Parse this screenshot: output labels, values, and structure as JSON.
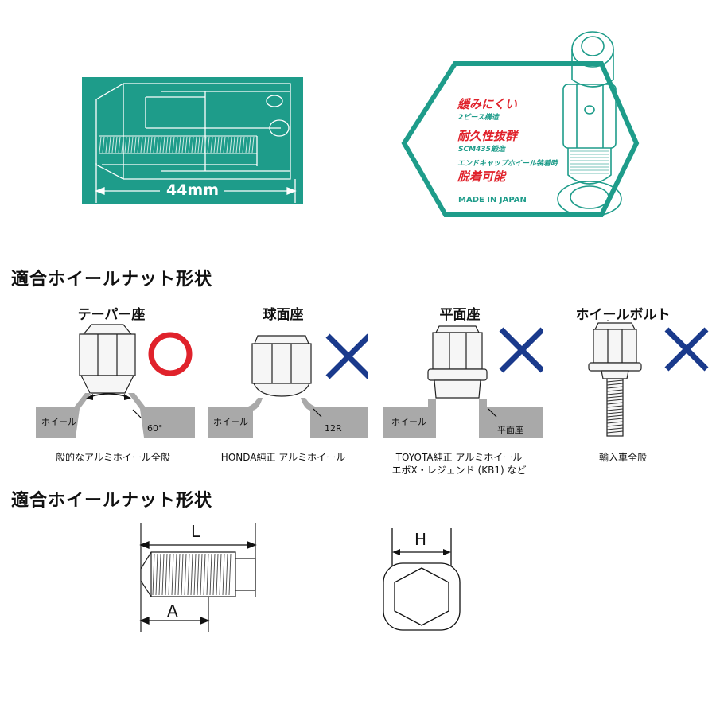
{
  "hero": {
    "dimension_label": "44mm",
    "badge_line1": "緩みにくい",
    "badge_line1_sub": "2ピース構造",
    "badge_line2": "耐久性抜群",
    "badge_line2_sub": "SCM435鍛造",
    "badge_line3_sub": "エンドキャップホイール装着時",
    "badge_line3": "脱着可能",
    "badge_origin": "MADE IN JAPAN"
  },
  "section1": {
    "title": "適合ホイールナット形状",
    "columns": [
      {
        "title": "テーパー座",
        "mark": "ok",
        "wheel_label": "ホイール",
        "angle_label": "60°",
        "caption_line1": "一般的なアルミホイール全般",
        "caption_line2": ""
      },
      {
        "title": "球面座",
        "mark": "ng",
        "wheel_label": "ホイール",
        "angle_label": "12R",
        "caption_line1": "HONDA純正 アルミホイール",
        "caption_line2": ""
      },
      {
        "title": "平面座",
        "mark": "ng",
        "wheel_label": "ホイール",
        "angle_label": "平面座",
        "caption_line1": "TOYOTA純正 アルミホイール",
        "caption_line2": "エボX・レジェンド (KB1) など"
      },
      {
        "title": "ホイールボルト",
        "mark": "ng",
        "wheel_label": "",
        "angle_label": "",
        "caption_line1": "輸入車全般",
        "caption_line2": ""
      }
    ]
  },
  "section2": {
    "title": "適合ホイールナット形状",
    "label_L": "L",
    "label_A": "A",
    "label_H": "H"
  },
  "colors": {
    "teal": "#1e9c8a",
    "ok_red": "#e0222b",
    "ng_blue": "#1a3a8c",
    "wheel_gray": "#a9a9a9"
  }
}
